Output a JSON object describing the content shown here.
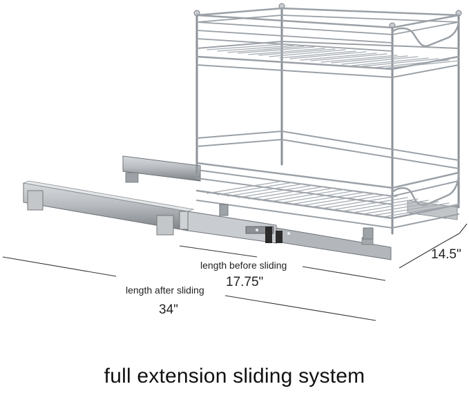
{
  "product_image": {
    "dimensions": {
      "depth_value": "14.5\"",
      "before_label": "length before sliding",
      "before_value": "17.75\"",
      "after_label": "length after sliding",
      "after_value": "34\""
    },
    "caption": "full extension sliding system"
  }
}
